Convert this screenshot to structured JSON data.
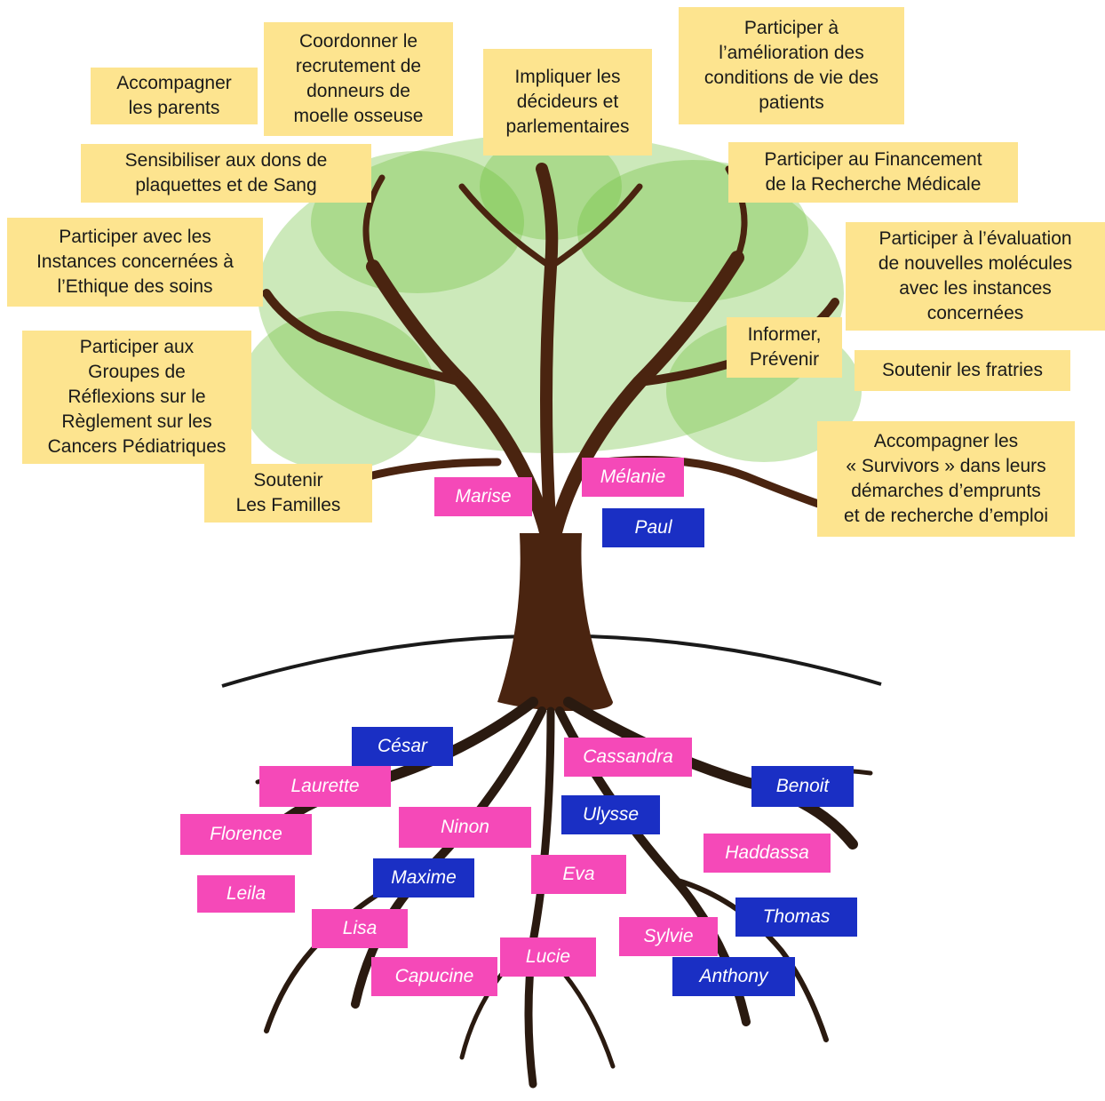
{
  "colors": {
    "note_fill": "#fde48f",
    "pink_tag": "#f549b8",
    "blue_tag": "#1a2fc4",
    "trunk": "#4a2410",
    "roots": "#2a1a10",
    "leaves": "#6cbf3a"
  },
  "missions": [
    {
      "lines": [
        "Accompagner",
        "les parents"
      ]
    },
    {
      "lines": [
        "Coordonner le",
        "recrutement de",
        "donneurs  de",
        "moelle osseuse"
      ]
    },
    {
      "lines": [
        "Impliquer les",
        "décideurs et",
        "parlementaires"
      ]
    },
    {
      "lines": [
        "Participer à",
        "l’amélioration des",
        "conditions de vie des",
        "patients"
      ]
    },
    {
      "lines": [
        "Sensibiliser aux dons de",
        "plaquettes et de Sang"
      ]
    },
    {
      "lines": [
        "Participer au Financement",
        "de la Recherche Médicale"
      ]
    },
    {
      "lines": [
        "Participer avec les",
        "Instances concernées à",
        "l’Ethique des soins"
      ]
    },
    {
      "lines": [
        "Participer à l’évaluation",
        "de nouvelles molécules",
        "avec les instances",
        "concernées"
      ]
    },
    {
      "lines": [
        "Informer,",
        "Prévenir"
      ]
    },
    {
      "lines": [
        "Soutenir les fratries"
      ]
    },
    {
      "lines": [
        "Participer aux",
        "Groupes de",
        "Réflexions sur le",
        "Règlement sur les",
        "Cancers Pédiatriques"
      ]
    },
    {
      "lines": [
        "Accompagner les",
        "« Survivors » dans leurs",
        "démarches d’emprunts",
        "et de recherche d’emploi"
      ]
    },
    {
      "lines": [
        "Soutenir",
        "Les Familles"
      ]
    }
  ],
  "names": [
    {
      "name": "Marise",
      "color": "pink"
    },
    {
      "name": "Mélanie",
      "color": "pink"
    },
    {
      "name": "Paul",
      "color": "blue"
    },
    {
      "name": "César",
      "color": "blue"
    },
    {
      "name": "Cassandra",
      "color": "pink"
    },
    {
      "name": "Laurette",
      "color": "pink"
    },
    {
      "name": "Benoit",
      "color": "blue"
    },
    {
      "name": "Ulysse",
      "color": "blue"
    },
    {
      "name": "Ninon",
      "color": "pink"
    },
    {
      "name": "Florence",
      "color": "pink"
    },
    {
      "name": "Haddassa",
      "color": "pink"
    },
    {
      "name": "Maxime",
      "color": "blue"
    },
    {
      "name": "Eva",
      "color": "pink"
    },
    {
      "name": "Leila",
      "color": "pink"
    },
    {
      "name": "Thomas",
      "color": "blue"
    },
    {
      "name": "Lisa",
      "color": "pink"
    },
    {
      "name": "Sylvie",
      "color": "pink"
    },
    {
      "name": "Lucie",
      "color": "pink"
    },
    {
      "name": "Capucine",
      "color": "pink"
    },
    {
      "name": "Anthony",
      "color": "blue"
    }
  ]
}
